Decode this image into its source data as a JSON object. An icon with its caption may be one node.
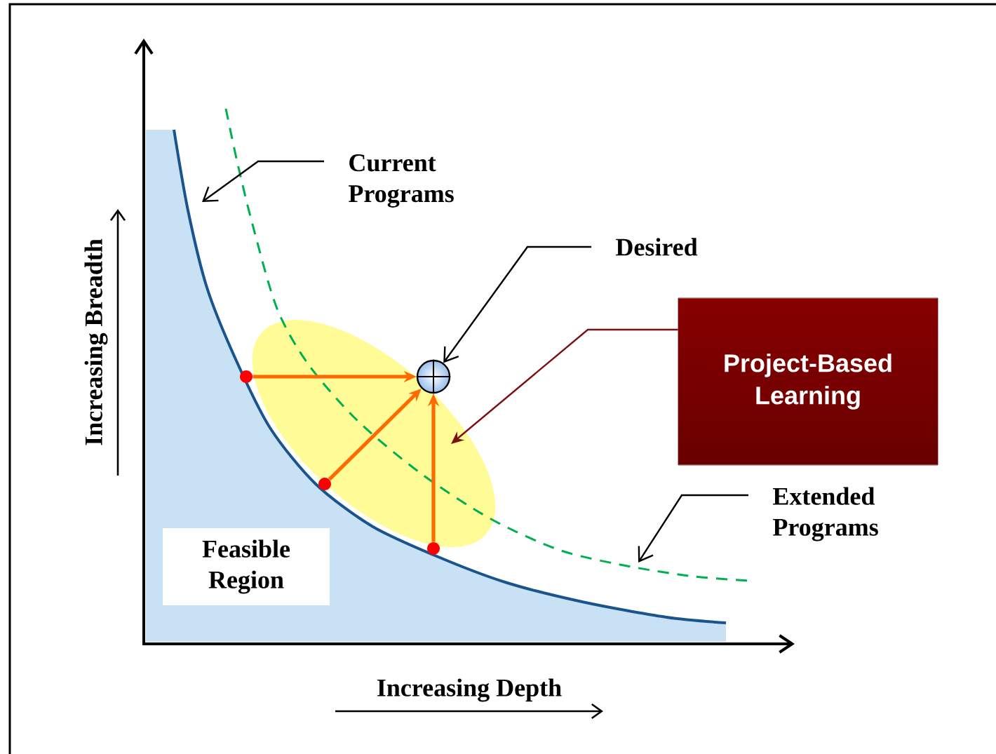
{
  "diagram": {
    "nodes": [
      {
        "text": [
          "Current Programs"
        ]
      },
      {
        "text": [
          "Desired"
        ]
      },
      {
        "text": [],
        "shape": "circle"
      },
      {
        "text": [
          "Project-Based Learning"
        ]
      },
      {
        "text": [
          "Extended Programs"
        ]
      },
      {
        "text": [
          "Feasible Region"
        ]
      },
      {
        "text": [],
        "shape": "circle"
      },
      {
        "text": [],
        "shape": "circle"
      },
      {
        "text": [],
        "shape": "circle"
      }
    ],
    "edges": [
      {
        "from": 0,
        "to": null,
        "arrow": "to"
      },
      {
        "from": 1,
        "to": 2,
        "arrow": "to"
      },
      {
        "from": 3,
        "to": null,
        "arrow": "to",
        "color": "#7b1113"
      },
      {
        "from": 4,
        "to": null,
        "arrow": "to"
      },
      {
        "from": 6,
        "to": 2,
        "arrow": "to",
        "style": "thick",
        "color": "#ff6a00"
      },
      {
        "from": 7,
        "to": 2,
        "arrow": "to",
        "style": "thick",
        "color": "#ff6a00"
      },
      {
        "from": 8,
        "to": 2,
        "arrow": "to",
        "style": "thick",
        "color": "#ff6a00"
      }
    ],
    "labels": [
      "Increasing Breadth",
      "Increasing Depth"
    ]
  }
}
